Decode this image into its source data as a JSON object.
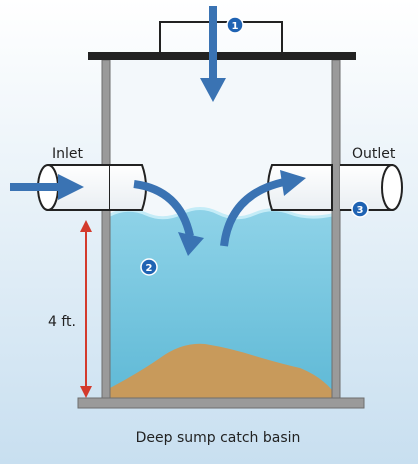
{
  "caption": "Deep sump catch basin",
  "labels": {
    "inlet": "Inlet",
    "outlet": "Outlet",
    "depth": "4 ft."
  },
  "markers": [
    "1",
    "2",
    "3"
  ],
  "colors": {
    "background_top": "#ffffff",
    "background_bottom": "#c8dff0",
    "water": "#6fc4de",
    "water_light": "#a7dcec",
    "basin_interior": "#eaf4f9",
    "wall": "#9a9a9a",
    "lid": "#222222",
    "sediment": "#c89a5b",
    "arrow": "#3a73b3",
    "marker": "#1f63b3",
    "dimension": "#d33a2c"
  }
}
